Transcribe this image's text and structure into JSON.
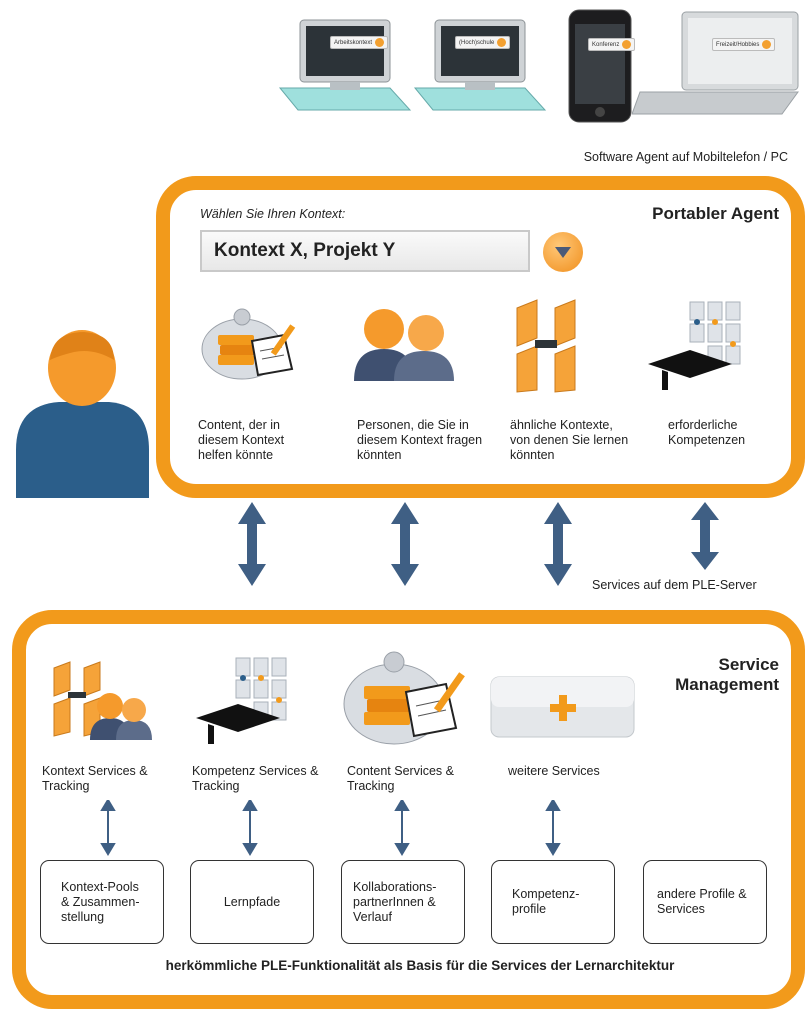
{
  "devices": [
    {
      "label": "Arbeitskontext"
    },
    {
      "label": "(Hoch)schule"
    },
    {
      "label": "Konferenz"
    },
    {
      "label": "Freizeit/Hobbies"
    }
  ],
  "software_agent_note": "Software Agent auf Mobiltelefon / PC",
  "portable_agent": {
    "title": "Portabler Agent",
    "select_prompt": "Wählen Sie Ihren Kontext:",
    "select_value": "Kontext X, Projekt Y",
    "items": [
      {
        "caption": "Content, der in diesem Kontext helfen könnte",
        "icon": "content-icon"
      },
      {
        "caption": "Personen, die Sie in diesem Kontext fragen könnten",
        "icon": "people-icon"
      },
      {
        "caption": "ähnliche Kontexte, von denen Sie lernen könnten",
        "icon": "context-pieces-icon"
      },
      {
        "caption": "erforderliche Kompetenzen",
        "icon": "graduation-cap-icon"
      }
    ]
  },
  "services_note": "Services auf dem PLE-Server",
  "service_management": {
    "title_line1": "Service",
    "title_line2": "Management",
    "services": [
      {
        "label": "Kontext Services & Tracking",
        "icon": "context-services-icon"
      },
      {
        "label": "Kompetenz Services & Tracking",
        "icon": "graduation-cap-icon"
      },
      {
        "label": "Content Services & Tracking",
        "icon": "content-icon"
      },
      {
        "label": "weitere Services",
        "icon": "plus-icon"
      }
    ],
    "boxes": [
      {
        "label": "Kontext-Pools & Zusammen-stellung"
      },
      {
        "label": "Lernpfade"
      },
      {
        "label": "Kollaborations-partnerInnen & Verlauf"
      },
      {
        "label": "Kompetenz-profile"
      },
      {
        "label": "andere Profile & Services"
      }
    ],
    "footer": "herkömmliche PLE-Funktionalität als Basis für die Services der Lernarchitektur"
  },
  "colors": {
    "accent": "#f29a1b",
    "arrow": "#3f5f84",
    "person": "#2b5e8a"
  }
}
